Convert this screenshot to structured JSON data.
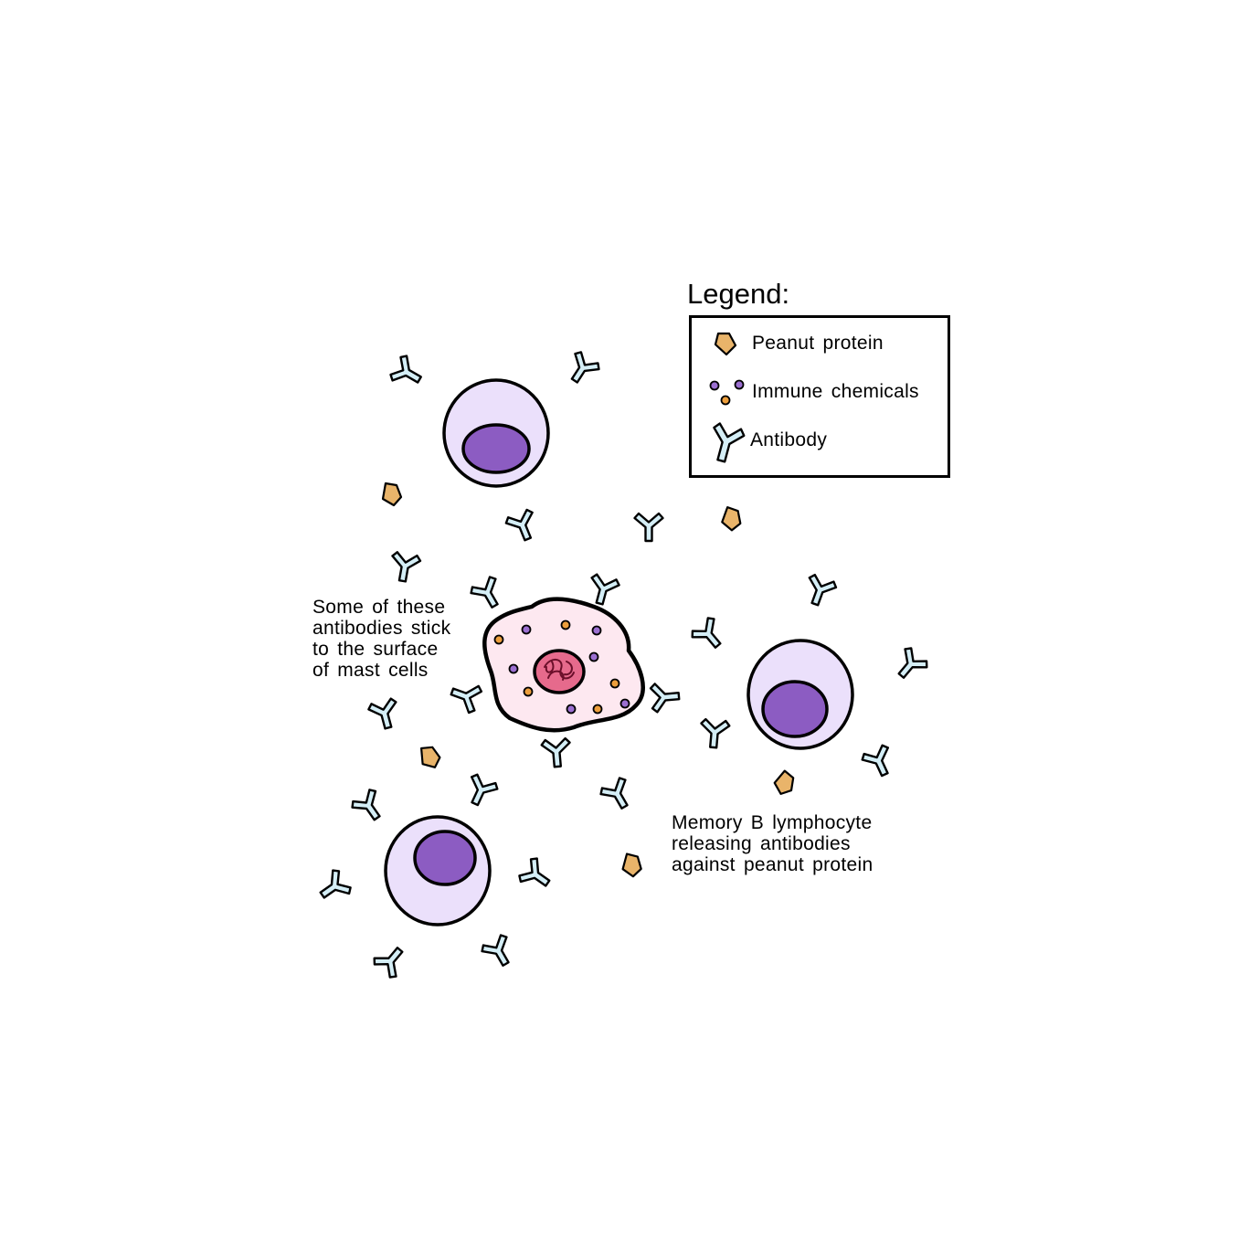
{
  "legend": {
    "title": "Legend:",
    "items": [
      {
        "label": "Peanut protein",
        "icon": "peanut-protein-icon"
      },
      {
        "label": "Immune chemicals",
        "icon": "immune-chemicals-icon"
      },
      {
        "label": "Antibody",
        "icon": "antibody-icon"
      }
    ]
  },
  "annotations": {
    "mast_cell_note": [
      "Some of these",
      "antibodies stick",
      "to the surface",
      "of mast cells"
    ],
    "lymphocyte_note": [
      "Memory B lymphocyte",
      "releasing antibodies",
      "against peanut protein"
    ]
  },
  "colors": {
    "antibody": "#d4eef6",
    "peanut_protein": "#e9b46a",
    "lymphocyte_body": "#ebe0fb",
    "lymphocyte_nucleus": "#8c5cc2",
    "mast_cell_body": "#fde8f0",
    "mast_cell_nucleus": "#e66a8c",
    "granule_purple": "#9b6fd0",
    "granule_orange": "#ec9e3c",
    "outline": "#000000"
  }
}
